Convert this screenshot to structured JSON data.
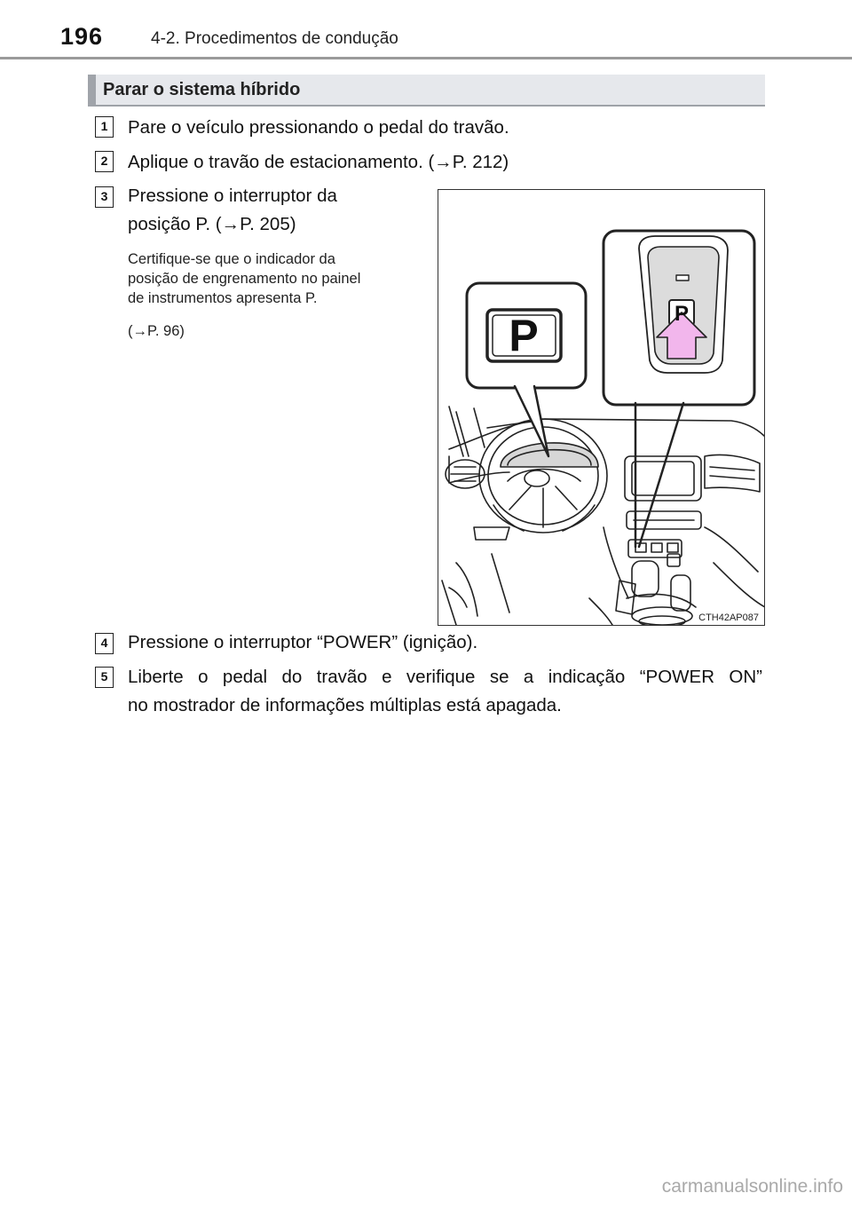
{
  "header": {
    "page_number": "196",
    "chapter": "4-2. Procedimentos de condução"
  },
  "section": {
    "title": "Parar o sistema híbrido"
  },
  "steps": [
    {
      "num": "1",
      "lines": [
        "Pare o veículo pressionando o pedal do travão."
      ]
    },
    {
      "num": "2",
      "lines": [
        "Aplique o travão de estacionamento. (→P. 212)"
      ]
    },
    {
      "num": "3",
      "lines": [
        "Pressione o interruptor da",
        "posição P.  (→P. 205)"
      ]
    },
    {
      "num": "4",
      "lines": [
        "Pressione o interruptor “POWER” (ignição)."
      ]
    },
    {
      "num": "5",
      "lines": [
        "Liberte o pedal do travão e verifique se a indicação “POWER ON”",
        "no mostrador de informações múltiplas está apagada."
      ]
    }
  ],
  "step3_note": {
    "lines": [
      "Certifique-se que o indicador da",
      "posição de engrenamento no painel",
      "de instrumentos apresenta P."
    ],
    "ref": "(→P. 96)"
  },
  "figure": {
    "code": "CTH42AP087",
    "indicator_letter": "P",
    "switch_letter": "P",
    "arrow_color": "#f2b6ec"
  },
  "watermark": "carmanualsonline.info"
}
